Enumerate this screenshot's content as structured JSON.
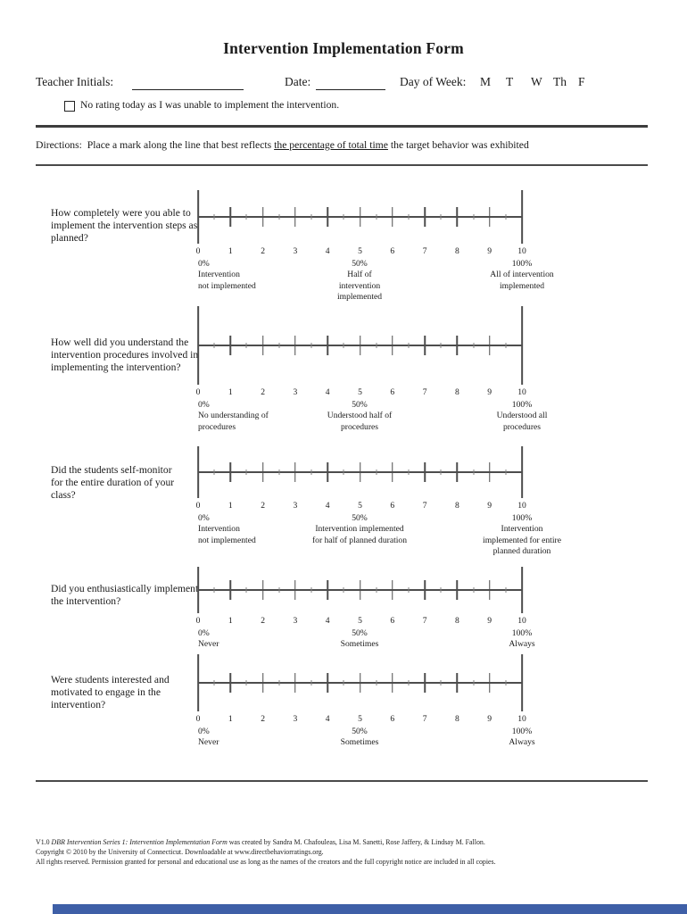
{
  "page": {
    "title": "Intervention Implementation Form",
    "fields": {
      "teacher_initials_label": "Teacher Initials:",
      "date_label": "Date:",
      "day_of_week_label": "Day of Week:",
      "days": [
        "M",
        "T",
        "W",
        "Th",
        "F"
      ]
    },
    "checkbox_label": "No rating today as I was unable to implement the intervention.",
    "directions": {
      "prefix": "Directions:  Place a mark along the line that best reflects ",
      "underlined": "the percentage of total time",
      "suffix": " the target behavior was exhibited"
    }
  },
  "ruler": {
    "numbers": [
      "0",
      "1",
      "2",
      "3",
      "4",
      "5",
      "6",
      "7",
      "8",
      "9",
      "10"
    ]
  },
  "scales": [
    {
      "question": "How completely were you able to implement the intervention steps as planned?",
      "left": "0%\nIntervention\nnot implemented",
      "mid": "50%\nHalf of\nintervention\nimplemented",
      "right": "100%\nAll of intervention\nimplemented"
    },
    {
      "question": "How well did you understand the intervention procedures involved in implementing the intervention?",
      "left": "0%\nNo understanding of\nprocedures",
      "mid": "50%\nUnderstood half of\nprocedures",
      "right": "100%\nUnderstood all\nprocedures"
    },
    {
      "question": "Did the students self-monitor for the entire duration of your class?",
      "left": "0%\nIntervention\nnot implemented",
      "mid": "50%\nIntervention implemented\nfor half of planned duration",
      "right": "100%\nIntervention\nimplemented for entire\nplanned duration"
    },
    {
      "question": "Did you enthusiastically implement the intervention?",
      "left": "0%\nNever",
      "mid": "50%\nSometimes",
      "right": "100%\nAlways"
    },
    {
      "question": "Were students interested and motivated to engage in the intervention?",
      "left": "0%\nNever",
      "mid": "50%\nSometimes",
      "right": "100%\nAlways"
    }
  ],
  "footer": {
    "line1_prefix": "V1.0 ",
    "line1_italic": "DBR Intervention Series 1: Intervention Implementation Form",
    "line1_suffix": " was created by Sandra M. Chafouleas, Lisa M. Sanetti, Rose Jaffery, & Lindsay M. Fallon.",
    "line2": "Copyright © 2010 by the University of Connecticut. Downloadable at www.directbehaviorratings.org.",
    "line3": "All rights reserved. Permission granted for personal and educational use as long as the names of the creators and the full copyright notice are included in all copies."
  },
  "colors": {
    "rule": "#3d3d3d",
    "scale_line": "#4d4d4d",
    "bottom_bar": "#3e5fa7"
  }
}
